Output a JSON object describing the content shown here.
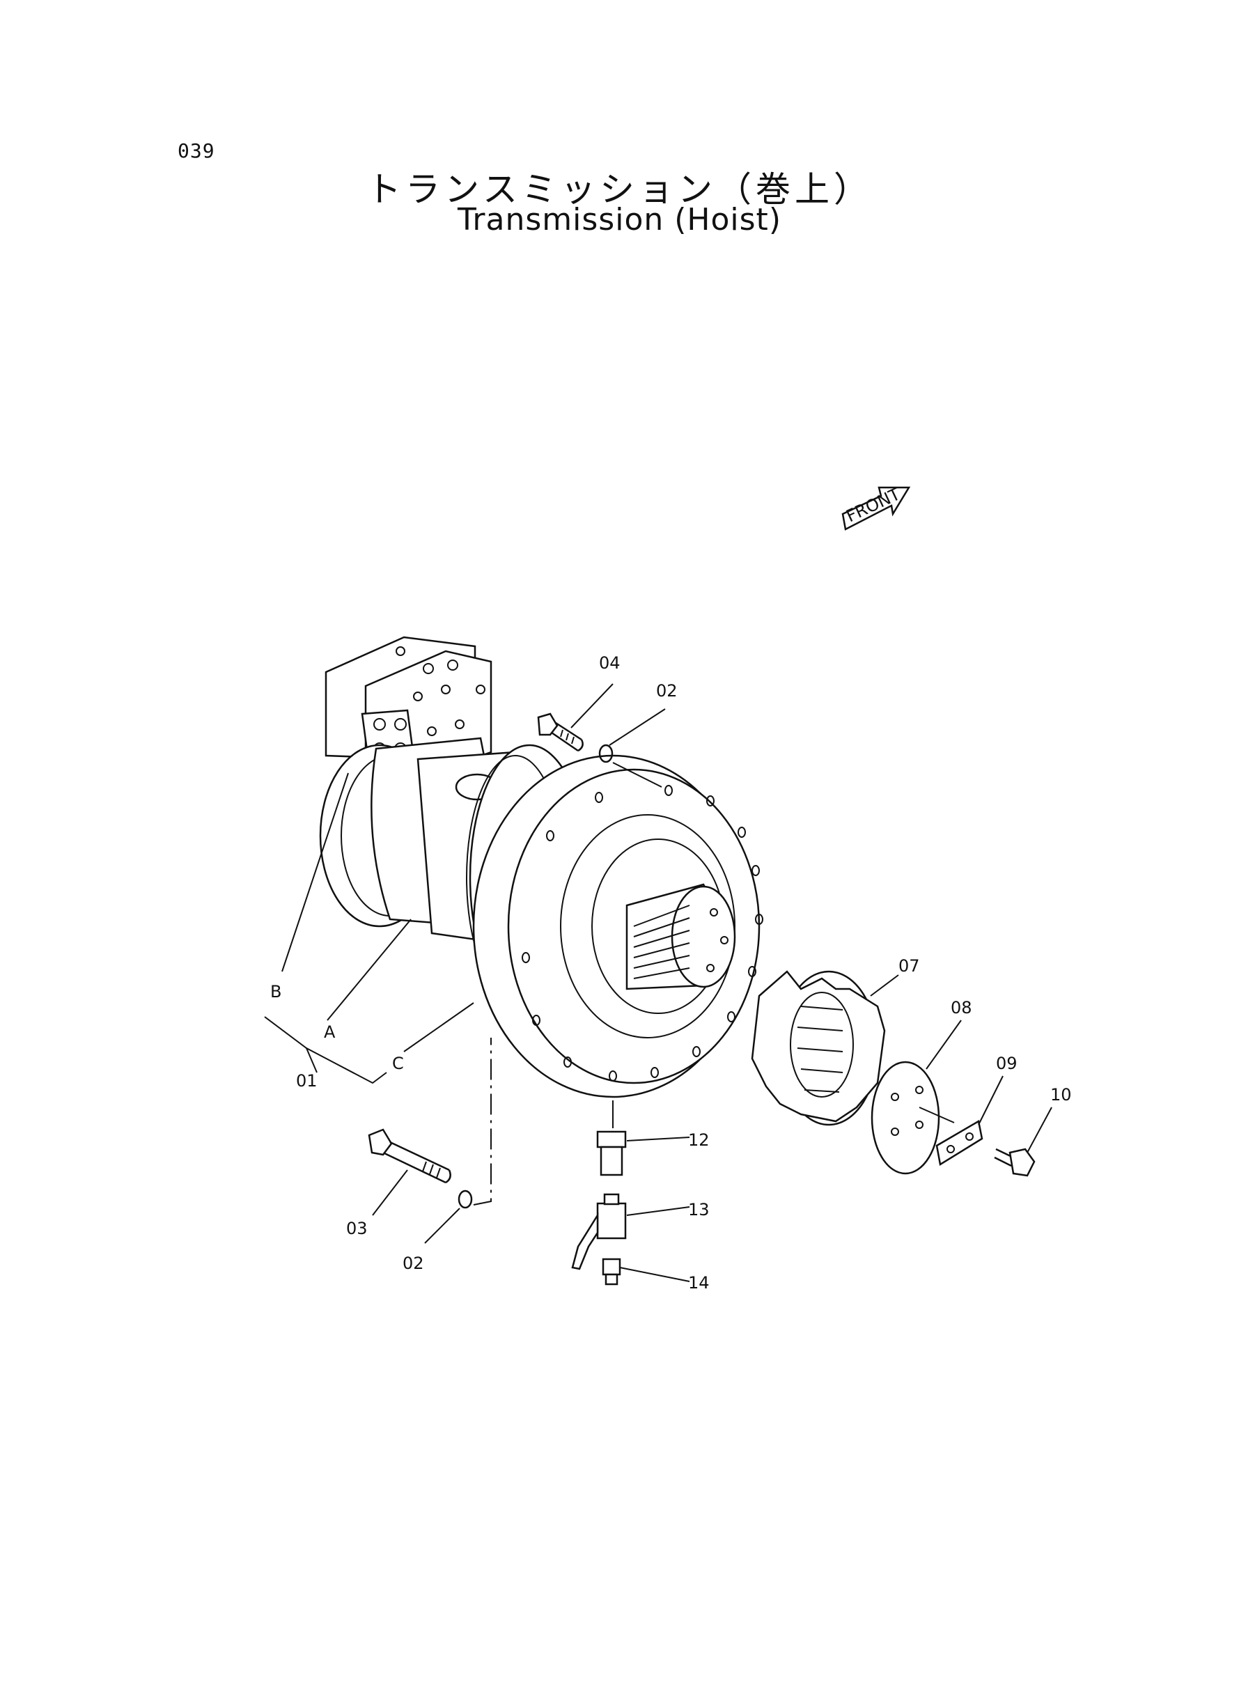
{
  "page_number": "039",
  "title_jp": "トランスミッション（巻上）",
  "title_en": "Transmission (Hoist)",
  "front_marker": "FRONT",
  "part_labels": {
    "p01": "01",
    "p02a": "02",
    "p02b": "02",
    "p03": "03",
    "p04": "04",
    "p07": "07",
    "p08": "08",
    "p09": "09",
    "p10": "10",
    "p12": "12",
    "p13": "13",
    "p14": "14",
    "sub_a": "A",
    "sub_b": "B",
    "sub_c": "C"
  }
}
